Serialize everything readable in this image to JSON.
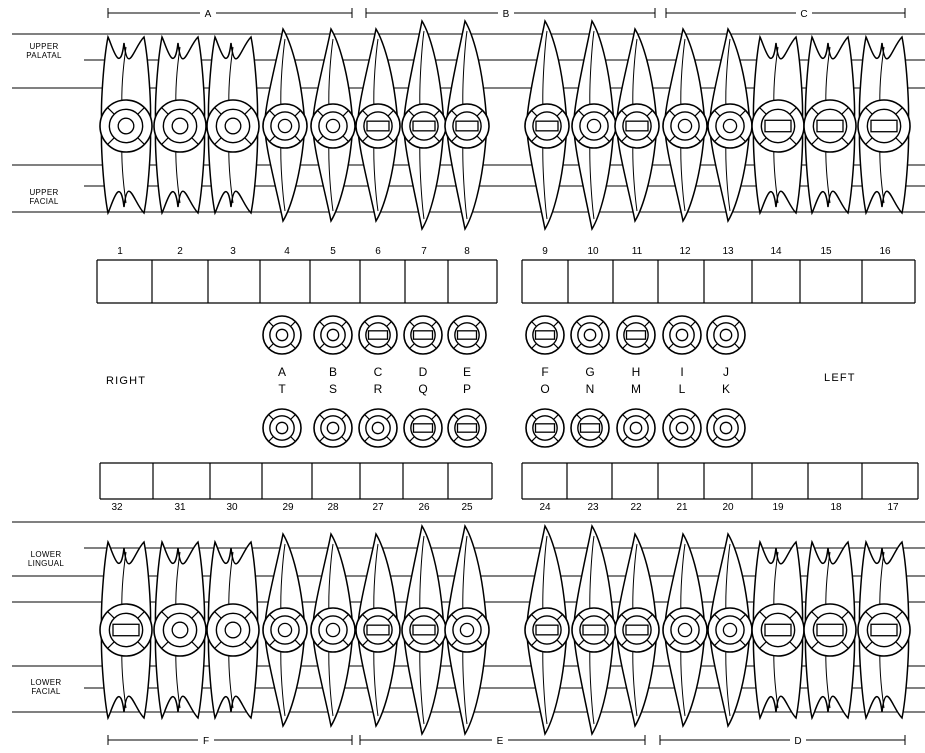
{
  "sections": {
    "top": [
      "A",
      "B",
      "C"
    ],
    "bottom": [
      "F",
      "E",
      "D"
    ]
  },
  "side_labels": {
    "upper_lingual": [
      "UPPER",
      "PALATAL"
    ],
    "upper_facial": [
      "UPPER",
      "FACIAL"
    ],
    "lower_lingual": [
      "LOWER",
      "LINGUAL"
    ],
    "lower_facial": [
      "LOWER",
      "FACIAL"
    ]
  },
  "upper_numbers": [
    "1",
    "2",
    "3",
    "4",
    "5",
    "6",
    "7",
    "8",
    "9",
    "10",
    "11",
    "12",
    "13",
    "14",
    "15",
    "16"
  ],
  "lower_numbers": [
    "32",
    "31",
    "30",
    "29",
    "28",
    "27",
    "26",
    "25",
    "24",
    "23",
    "22",
    "21",
    "20",
    "19",
    "18",
    "17"
  ],
  "primary_upper_letters": [
    "A",
    "B",
    "C",
    "D",
    "E",
    "F",
    "G",
    "H",
    "I",
    "J"
  ],
  "primary_lower_letters": [
    "T",
    "S",
    "R",
    "Q",
    "P",
    "O",
    "N",
    "M",
    "L",
    "K"
  ],
  "orientation": {
    "right": "RIGHT",
    "left": "LEFT"
  }
}
